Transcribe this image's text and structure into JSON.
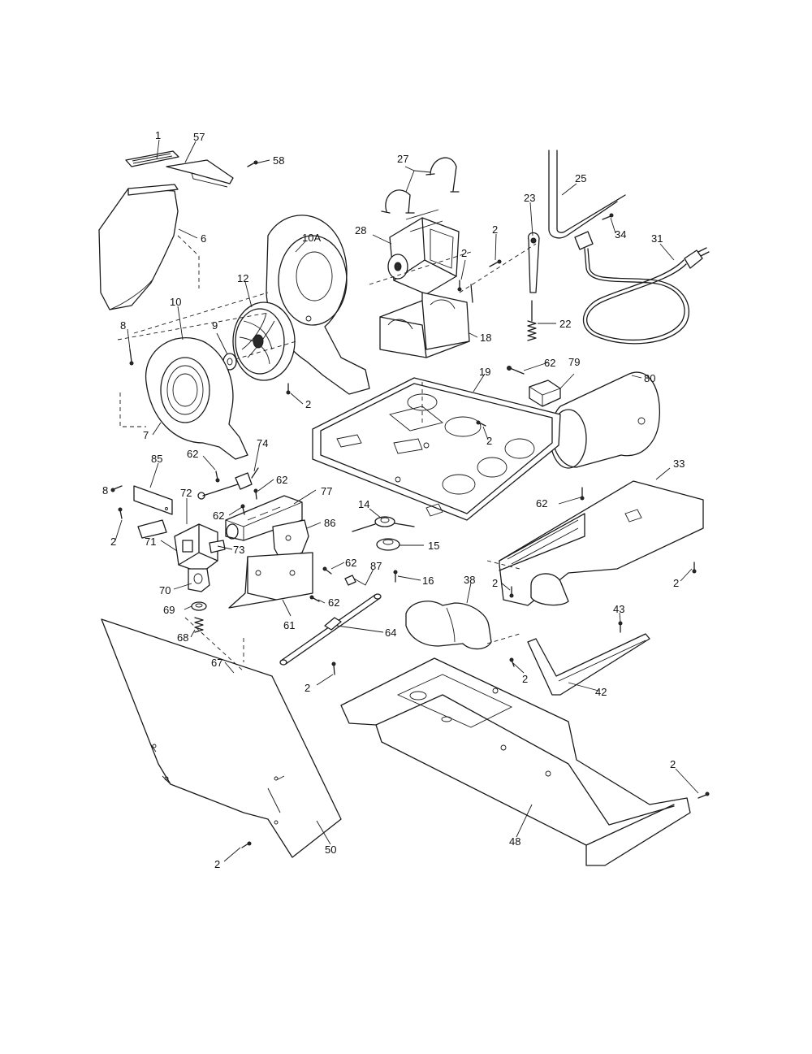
{
  "page": {
    "background": "#ffffff",
    "line_color": "#1a1a1a"
  },
  "callouts": [
    {
      "id": "c1",
      "text": "1"
    },
    {
      "id": "c57",
      "text": "57"
    },
    {
      "id": "c58",
      "text": "58"
    },
    {
      "id": "c6",
      "text": "6"
    },
    {
      "id": "c10a",
      "text": "10A"
    },
    {
      "id": "c12",
      "text": "12"
    },
    {
      "id": "c10",
      "text": "10"
    },
    {
      "id": "c9",
      "text": "9"
    },
    {
      "id": "c8a",
      "text": "8"
    },
    {
      "id": "c7",
      "text": "7"
    },
    {
      "id": "c2a",
      "text": "2"
    },
    {
      "id": "c27",
      "text": "27"
    },
    {
      "id": "c28",
      "text": "28"
    },
    {
      "id": "c2b",
      "text": "2"
    },
    {
      "id": "c2c",
      "text": "2"
    },
    {
      "id": "c18",
      "text": "18"
    },
    {
      "id": "c23",
      "text": "23"
    },
    {
      "id": "c25",
      "text": "25"
    },
    {
      "id": "c34",
      "text": "34"
    },
    {
      "id": "c31",
      "text": "31"
    },
    {
      "id": "c22",
      "text": "22"
    },
    {
      "id": "c62a",
      "text": "62"
    },
    {
      "id": "c79",
      "text": "79"
    },
    {
      "id": "c80",
      "text": "80"
    },
    {
      "id": "c19",
      "text": "19"
    },
    {
      "id": "c2d",
      "text": "2"
    },
    {
      "id": "c33",
      "text": "33"
    },
    {
      "id": "c62b",
      "text": "62"
    },
    {
      "id": "c2e",
      "text": "2"
    },
    {
      "id": "c2f",
      "text": "2"
    },
    {
      "id": "c62c",
      "text": "62"
    },
    {
      "id": "c74",
      "text": "74"
    },
    {
      "id": "c85",
      "text": "85"
    },
    {
      "id": "c62d",
      "text": "62"
    },
    {
      "id": "c8b",
      "text": "8"
    },
    {
      "id": "c72",
      "text": "72"
    },
    {
      "id": "c77",
      "text": "77"
    },
    {
      "id": "c62e",
      "text": "62"
    },
    {
      "id": "c86",
      "text": "86"
    },
    {
      "id": "c2g",
      "text": "2"
    },
    {
      "id": "c71",
      "text": "71"
    },
    {
      "id": "c73",
      "text": "73"
    },
    {
      "id": "c70",
      "text": "70"
    },
    {
      "id": "c14",
      "text": "14"
    },
    {
      "id": "c15",
      "text": "15"
    },
    {
      "id": "c62f",
      "text": "62"
    },
    {
      "id": "c87",
      "text": "87"
    },
    {
      "id": "c16",
      "text": "16"
    },
    {
      "id": "c38",
      "text": "38"
    },
    {
      "id": "c69",
      "text": "69"
    },
    {
      "id": "c62g",
      "text": "62"
    },
    {
      "id": "c61",
      "text": "61"
    },
    {
      "id": "c68",
      "text": "68"
    },
    {
      "id": "c64",
      "text": "64"
    },
    {
      "id": "c43",
      "text": "43"
    },
    {
      "id": "c67",
      "text": "67"
    },
    {
      "id": "c2h",
      "text": "2"
    },
    {
      "id": "c2i",
      "text": "2"
    },
    {
      "id": "c42",
      "text": "42"
    },
    {
      "id": "c2j",
      "text": "2"
    },
    {
      "id": "c48",
      "text": "48"
    },
    {
      "id": "c50",
      "text": "50"
    },
    {
      "id": "c2k",
      "text": "2"
    }
  ]
}
